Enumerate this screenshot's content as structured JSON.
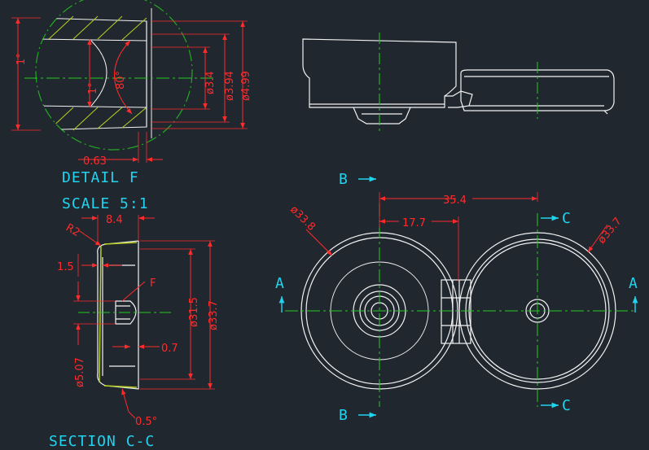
{
  "colors": {
    "background": "#21272f",
    "geometry": "#f2f2f2",
    "dimension": "#ff2b2b",
    "centerline": "#22cc22",
    "annotation": "#22d3ee",
    "detail_circle": "#22aa22",
    "hatch": "#b8d020"
  },
  "detail_f": {
    "title": "DETAIL  F",
    "scale": "SCALE  5:1",
    "dims": {
      "angle_outer": "1°",
      "angle_inner": "1°",
      "angle_cone": "80°",
      "d1": "ø3.4",
      "d2": "ø3.94",
      "d3": "ø4.99",
      "gap": "0.63"
    }
  },
  "section_cc": {
    "title": "SECTION  C-C",
    "dims": {
      "radius": "R2",
      "width": "8.4",
      "depth": "1.5",
      "callout": "F",
      "wall": "0.7",
      "d_inner": "ø31.5",
      "d_outer": "ø33.7",
      "d_hub": "ø5.07",
      "angle": "0.5°"
    }
  },
  "top_view": {
    "dims": {
      "pitch": "35.4",
      "half_pitch": "17.7",
      "left_dia": "ø33.8",
      "right_dia": "ø33.7"
    },
    "section_labels": {
      "a_left": "A",
      "a_right": "A",
      "b_top": "B",
      "b_bottom": "B",
      "c_top": "C",
      "c_bottom": "C"
    }
  }
}
